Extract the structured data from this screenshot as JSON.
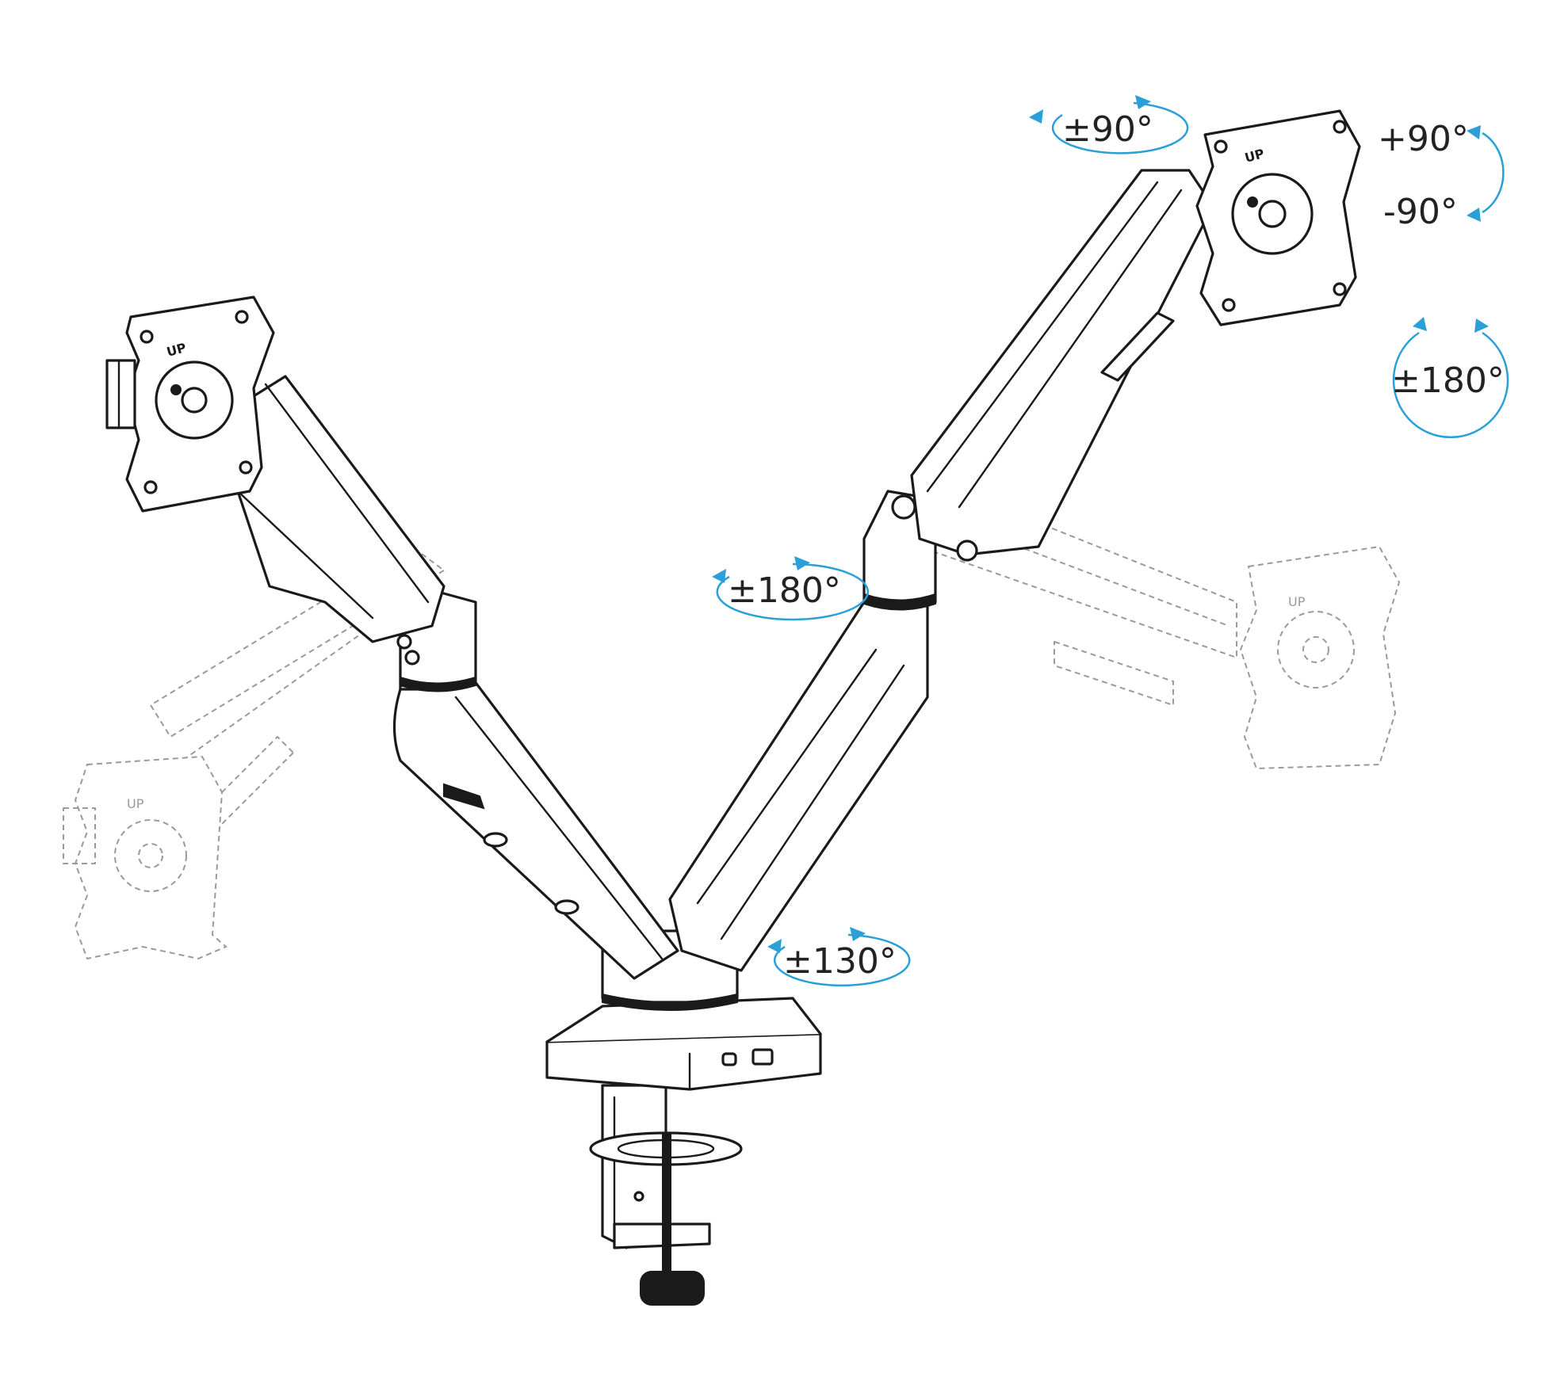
{
  "figure": {
    "colors": {
      "accent": "#2b9fd8",
      "ink": "#1a1a1a",
      "ghost": "#9a9a9a"
    },
    "rotations": {
      "top_swivel": "±90°",
      "tilt_up": "+90°",
      "tilt_down": "-90°",
      "rotate": "±180°",
      "elbow": "±180°",
      "base": "±130°"
    },
    "vesa_plate_text": "UP"
  }
}
